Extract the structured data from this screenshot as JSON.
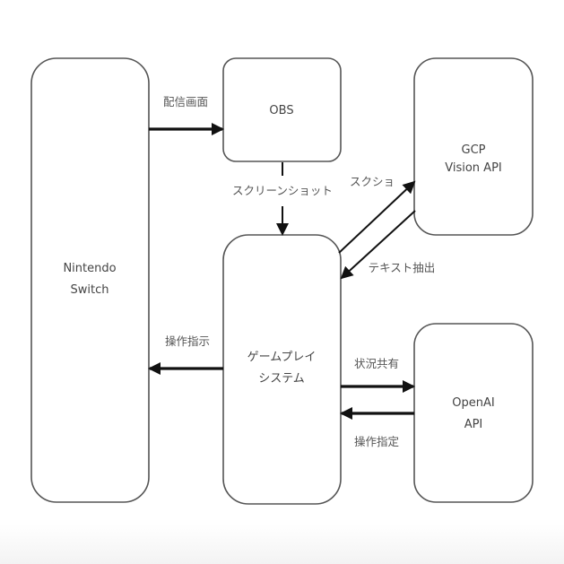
{
  "diagram": {
    "nodes": {
      "switch": {
        "lines": [
          "Nintendo",
          "Switch"
        ]
      },
      "obs": {
        "lines": [
          "OBS"
        ]
      },
      "gcp": {
        "lines": [
          "GCP",
          "Vision API"
        ]
      },
      "system": {
        "lines": [
          "ゲームプレイ",
          "システム"
        ]
      },
      "openai": {
        "lines": [
          "OpenAI",
          "API"
        ]
      }
    },
    "edges": {
      "switch_to_obs": {
        "label": "配信画面",
        "from": "Nintendo Switch",
        "to": "OBS"
      },
      "obs_to_system": {
        "label": "スクリーンショット",
        "from": "OBS",
        "to": "ゲームプレイシステム"
      },
      "system_to_gcp": {
        "label": "スクショ",
        "from": "ゲームプレイシステム",
        "to": "GCP Vision API"
      },
      "gcp_to_system": {
        "label": "テキスト抽出",
        "from": "GCP Vision API",
        "to": "ゲームプレイシステム"
      },
      "system_to_switch": {
        "label": "操作指示",
        "from": "ゲームプレイシステム",
        "to": "Nintendo Switch"
      },
      "system_to_openai": {
        "label": "状況共有",
        "from": "ゲームプレイシステム",
        "to": "OpenAI API"
      },
      "openai_to_system": {
        "label": "操作指定",
        "from": "OpenAI API",
        "to": "ゲームプレイシステム"
      }
    }
  }
}
